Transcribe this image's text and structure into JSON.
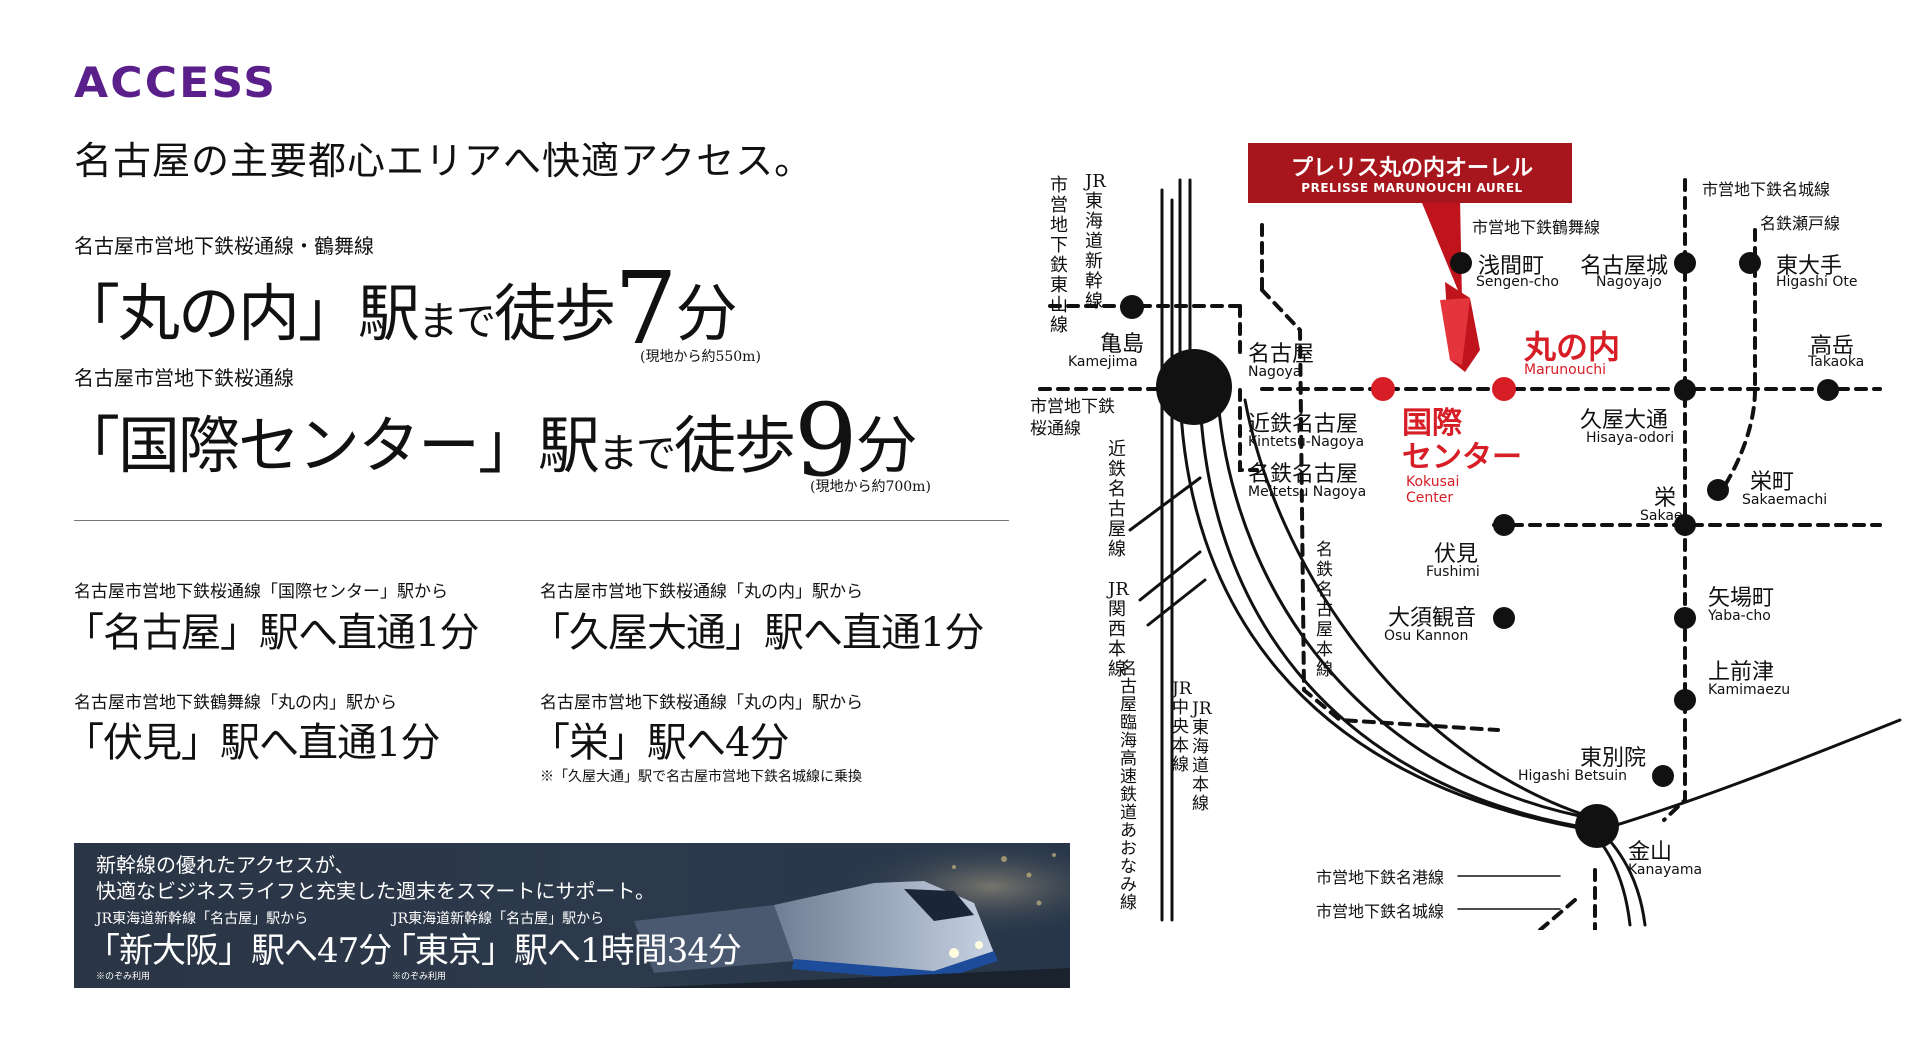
{
  "header": {
    "title": "ACCESS",
    "headline": "名古屋の主要都心エリアへ快適アクセス。"
  },
  "walk": [
    {
      "line": "名古屋市営地下鉄桜通線・鶴舞線",
      "station": "「丸の内」駅",
      "made": "まで",
      "text": "徒歩",
      "minutes": "7",
      "unit": "分",
      "note": "(現地から約550m)"
    },
    {
      "line": "名古屋市営地下鉄桜通線",
      "station": "「国際センター」駅",
      "made": "まで",
      "text": "徒歩",
      "minutes": "9",
      "unit": "分",
      "note": "(現地から約700m)"
    }
  ],
  "direct": [
    {
      "line": "名古屋市営地下鉄桜通線「国際センター」駅から",
      "route": "「名古屋」駅へ直通1分"
    },
    {
      "line": "名古屋市営地下鉄桜通線「丸の内」駅から",
      "route": "「久屋大通」駅へ直通1分"
    },
    {
      "line": "名古屋市営地下鉄鶴舞線「丸の内」駅から",
      "route": "「伏見」駅へ直通1分"
    },
    {
      "line": "名古屋市営地下鉄桜通線「丸の内」駅から",
      "route": "「栄」駅へ4分",
      "note": "※「久屋大通」駅で名古屋市営地下鉄名城線に乗換"
    }
  ],
  "shinkansen": {
    "line1": "新幹線の優れたアクセスが、",
    "line2": "快適なビジネスライフと充実した週末をスマートにサポート。",
    "routes": [
      {
        "from": "JR東海道新幹線「名古屋」駅から",
        "route": "「新大阪」駅へ47分",
        "note": "※のぞみ利用"
      },
      {
        "from": "JR東海道新幹線「名古屋」駅から",
        "route": "「東京」駅へ1時間34分",
        "note": "※のぞみ利用"
      }
    ]
  },
  "map": {
    "property": {
      "ja": "プレリス丸の内オーレル",
      "en": "PRELISSE MARUNOUCHI AUREL"
    },
    "lines": {
      "shinkansen": "JR東海道新幹線",
      "higashiyama": "市営地下鉄東山線",
      "tsurumai": "市営地下鉄鶴舞線",
      "meijo": "市営地下鉄名城線",
      "seto": "名鉄瀬戸線",
      "sakuradori": "市営地下鉄桜通線",
      "kintetsu": "近鉄名古屋線",
      "jr_kansai": "JR関西本線",
      "aonami": "名古屋臨海高速鉄道あおなみ線",
      "jr_chuo": "JR中央本線",
      "jr_tokaido": "JR東海道本線",
      "meitetsu": "名鉄名古屋本線",
      "meiko": "市営地下鉄名港線",
      "meijo2": "市営地下鉄名城線"
    },
    "stations": {
      "kamejima": {
        "ja": "亀島",
        "en": "Kamejima"
      },
      "nagoya": {
        "ja": "名古屋",
        "en": "Nagoya"
      },
      "sengencho": {
        "ja": "浅間町",
        "en": "Sengen-cho"
      },
      "nagoyajo": {
        "ja": "名古屋城",
        "en": "Nagoyajo"
      },
      "higashiote": {
        "ja": "東大手",
        "en": "Higashi Ote"
      },
      "marunouchi": {
        "ja": "丸の内",
        "en": "Marunouchi"
      },
      "takaoka": {
        "ja": "高岳",
        "en": "Takaoka"
      },
      "kintetsu_nagoya": {
        "ja": "近鉄名古屋",
        "en": "Kintetsu-Nagoya"
      },
      "meitetsu_nagoya": {
        "ja": "名鉄名古屋",
        "en": "Meitetsu Nagoya"
      },
      "kokusai_l1": "国際",
      "kokusai_l2": "センター",
      "kokusai_en1": "Kokusai",
      "kokusai_en2": "Center",
      "hisayaodori": {
        "ja": "久屋大通",
        "en": "Hisaya-odori"
      },
      "sakae": {
        "ja": "栄",
        "en": "Sakae"
      },
      "sakaemachi": {
        "ja": "栄町",
        "en": "Sakaemachi"
      },
      "fushimi": {
        "ja": "伏見",
        "en": "Fushimi"
      },
      "yabacho": {
        "ja": "矢場町",
        "en": "Yaba-cho"
      },
      "osukannon": {
        "ja": "大須観音",
        "en": "Osu Kannon"
      },
      "kamimaezu": {
        "ja": "上前津",
        "en": "Kamimaezu"
      },
      "higashibetsuin": {
        "ja": "東別院",
        "en": "Higashi Betsuin"
      },
      "kanayama": {
        "ja": "金山",
        "en": "Kanayama"
      }
    },
    "colors": {
      "accent": "#d71d26",
      "brand": "#5a1f8a",
      "line": "#111111"
    }
  }
}
